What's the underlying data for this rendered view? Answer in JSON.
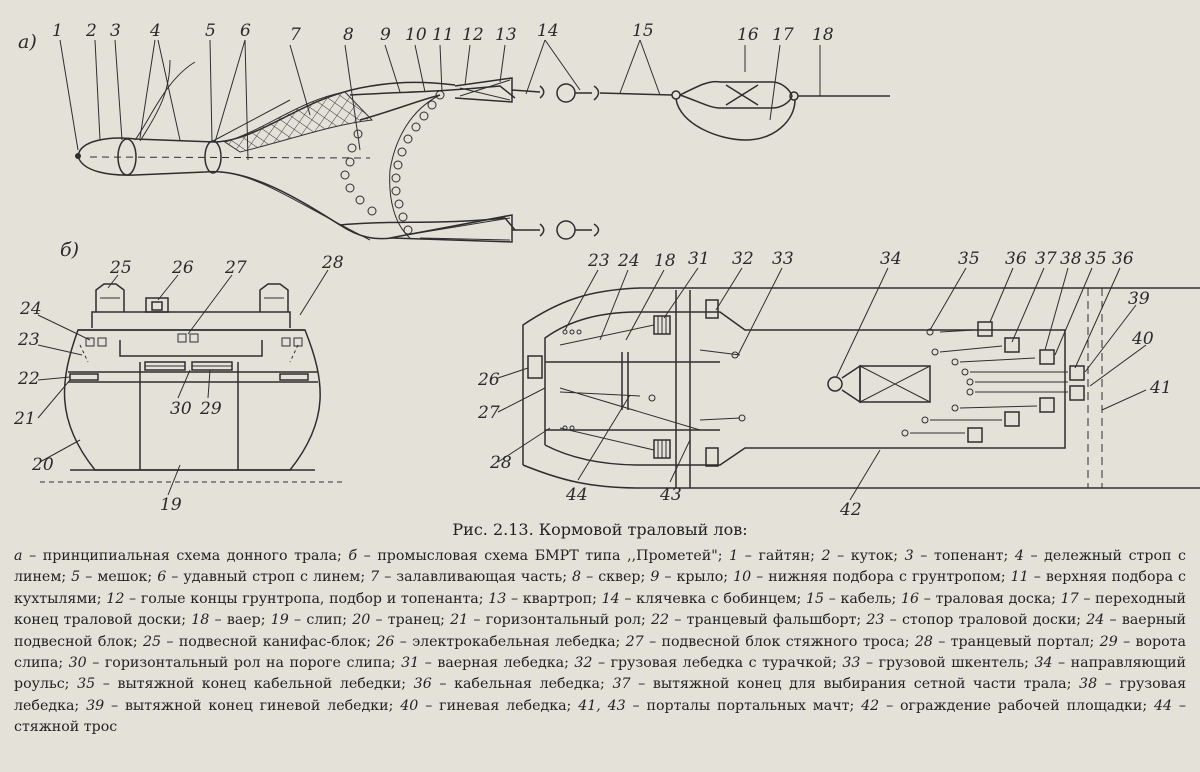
{
  "figure": {
    "panel_a_label": "а)",
    "panel_b_label": "б)",
    "callouts_a": [
      "1",
      "2",
      "3",
      "4",
      "5",
      "6",
      "7",
      "8",
      "9",
      "10",
      "11",
      "12",
      "13",
      "14",
      "15",
      "16",
      "17",
      "18"
    ],
    "callouts_b_left": [
      "25",
      "26",
      "27",
      "28",
      "24",
      "23",
      "22",
      "21",
      "20",
      "19",
      "30",
      "29"
    ],
    "callouts_b_right": [
      "23",
      "24",
      "18",
      "31",
      "32",
      "33",
      "34",
      "35",
      "36",
      "37",
      "38",
      "35",
      "36",
      "39",
      "40",
      "41",
      "26",
      "27",
      "28",
      "44",
      "43",
      "42"
    ]
  },
  "caption": "Рис. 2.13. Кормовой траловый лов:",
  "legend": [
    {
      "n": "а",
      "t": "принципиальная схема донного трала;"
    },
    {
      "n": "б",
      "t": "промысловая схема БМРТ типа ,,Прометей\";"
    },
    {
      "n": "1",
      "t": "гайтян;"
    },
    {
      "n": "2",
      "t": "куток;"
    },
    {
      "n": "3",
      "t": "топенант;"
    },
    {
      "n": "4",
      "t": "дележный строп с линем;"
    },
    {
      "n": "5",
      "t": "мешок;"
    },
    {
      "n": "6",
      "t": "удавный строп с линем;"
    },
    {
      "n": "7",
      "t": "залавливающая часть;"
    },
    {
      "n": "8",
      "t": "сквер;"
    },
    {
      "n": "9",
      "t": "крыло;"
    },
    {
      "n": "10",
      "t": "нижняя подбора с грунтропом;"
    },
    {
      "n": "11",
      "t": "верхняя подбора с кухтылями;"
    },
    {
      "n": "12",
      "t": "голые концы грунтропа, подбор и топенанта;"
    },
    {
      "n": "13",
      "t": "квартроп;"
    },
    {
      "n": "14",
      "t": "клячевка с бобинцем;"
    },
    {
      "n": "15",
      "t": "кабель;"
    },
    {
      "n": "16",
      "t": "траловая доска;"
    },
    {
      "n": "17",
      "t": "переходный конец траловой доски;"
    },
    {
      "n": "18",
      "t": "ваер;"
    },
    {
      "n": "19",
      "t": "слип;"
    },
    {
      "n": "20",
      "t": "транец;"
    },
    {
      "n": "21",
      "t": "горизонтальный рол;"
    },
    {
      "n": "22",
      "t": "транцевый фальшборт;"
    },
    {
      "n": "23",
      "t": "стопор траловой доски;"
    },
    {
      "n": "24",
      "t": "ваерный подвесной блок;"
    },
    {
      "n": "25",
      "t": "подвесной канифас-блок;"
    },
    {
      "n": "26",
      "t": "электрокабельная лебедка;"
    },
    {
      "n": "27",
      "t": "подвесной блок стяжного троса;"
    },
    {
      "n": "28",
      "t": "транцевый портал;"
    },
    {
      "n": "29",
      "t": "ворота слипа;"
    },
    {
      "n": "30",
      "t": "горизонтальный рол на пороге слипа;"
    },
    {
      "n": "31",
      "t": "ваерная лебедка;"
    },
    {
      "n": "32",
      "t": "грузовая лебедка с турачкой;"
    },
    {
      "n": "33",
      "t": "грузовой шкентель;"
    },
    {
      "n": "34",
      "t": "направляющий роульс;"
    },
    {
      "n": "35",
      "t": "вытяжной конец кабельной лебедки;"
    },
    {
      "n": "36",
      "t": "кабельная лебедка;"
    },
    {
      "n": "37",
      "t": "вытяжной конец для выбирания сетной части трала;"
    },
    {
      "n": "38",
      "t": "грузовая лебедка;"
    },
    {
      "n": "39",
      "t": "вытяжной конец гиневой лебедки;"
    },
    {
      "n": "40",
      "t": "гиневая лебедка;"
    },
    {
      "n": "41, 43",
      "t": "порталы портальных мачт;"
    },
    {
      "n": "42",
      "t": "ограждение рабочей площадки;"
    },
    {
      "n": "44",
      "t": "стяжной трос"
    }
  ]
}
